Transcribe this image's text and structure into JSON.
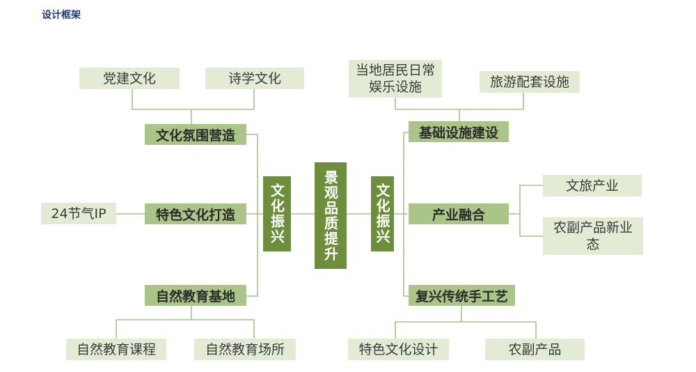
{
  "title": "设计框架",
  "center": "景观品质提升",
  "left": {
    "trunk": "文化振兴",
    "branches": [
      {
        "label": "文化氛围营造",
        "leaves": [
          "党建文化",
          "诗学文化"
        ]
      },
      {
        "label": "特色文化打造",
        "leaves": [
          "24节气IP"
        ]
      },
      {
        "label": "自然教育基地",
        "leaves": [
          "自然教育课程",
          "自然教育场所"
        ]
      }
    ]
  },
  "right": {
    "trunk": "文化振兴",
    "branches": [
      {
        "label": "基础设施建设",
        "leaves": [
          "当地居民日常娱乐设施",
          "旅游配套设施"
        ]
      },
      {
        "label": "产业融合",
        "leaves": [
          "文旅产业",
          "农副产品新业态"
        ]
      },
      {
        "label": "复兴传统手工艺",
        "leaves": [
          "特色文化设计",
          "农副产品"
        ]
      }
    ]
  },
  "colors": {
    "title": "#1f3d7a",
    "dark_green": "#6d8f3b",
    "mid_green": "#aac587",
    "light_green": "#e4ebd4",
    "line": "#a9c08a"
  }
}
